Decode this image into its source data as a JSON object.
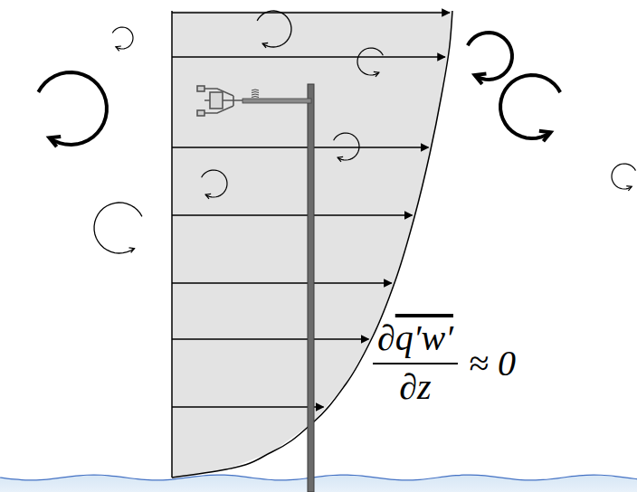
{
  "diagram": {
    "labels": [
      "∂",
      "q′w′",
      "∂z",
      "≈ 0"
    ]
  }
}
